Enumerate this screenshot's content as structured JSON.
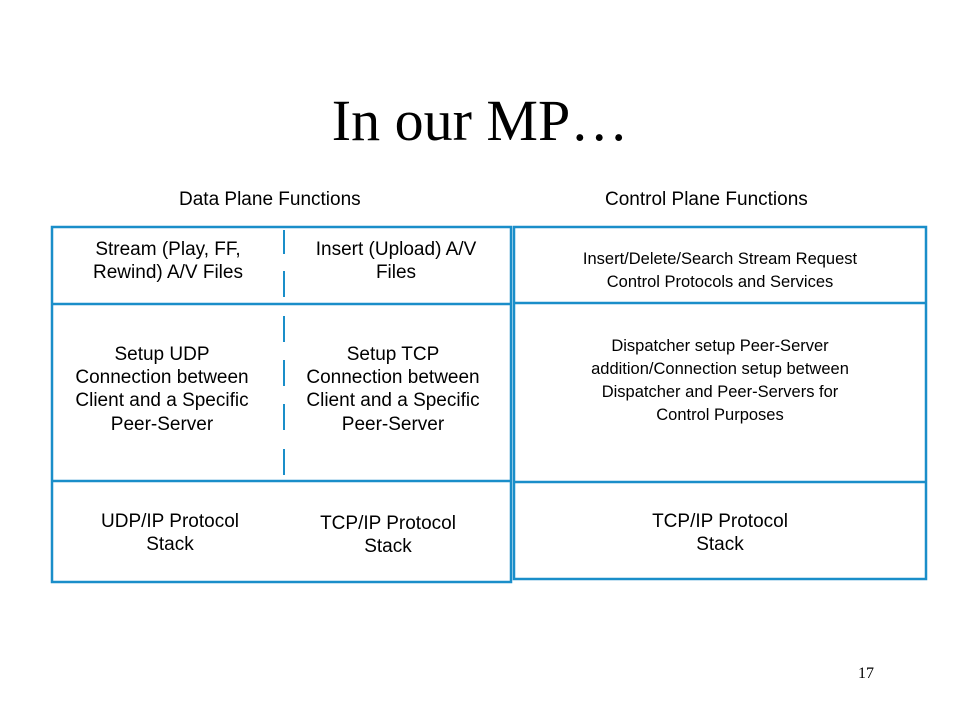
{
  "slide": {
    "title": "In our MP…",
    "page_number": "17"
  },
  "headers": {
    "data_plane": "Data Plane Functions",
    "control_plane": "Control Plane Functions"
  },
  "data_plane": {
    "row1": {
      "left": "Stream (Play, FF,\nRewind) A/V Files",
      "right": "Insert (Upload) A/V\nFiles"
    },
    "row2": {
      "left": "Setup UDP\nConnection between\nClient and a Specific\nPeer-Server",
      "right": "Setup TCP\nConnection between\nClient and a Specific\nPeer-Server"
    },
    "row3": {
      "left": "UDP/IP Protocol\nStack",
      "right": "TCP/IP Protocol\nStack"
    }
  },
  "control_plane": {
    "row1": "Insert/Delete/Search Stream Request\nControl Protocols and Services",
    "row2": "Dispatcher setup Peer-Server\naddition/Connection setup between\nDispatcher and Peer-Servers for\nControl Purposes",
    "row3": "TCP/IP Protocol\nStack"
  },
  "colors": {
    "border": "#1a8ec9"
  }
}
